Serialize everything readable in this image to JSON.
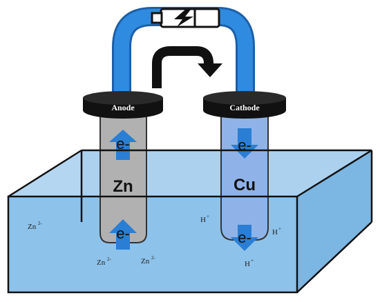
{
  "anode": {
    "label": "Anode",
    "element": "Zn",
    "electron": "e-"
  },
  "cathode": {
    "label": "Cathode",
    "element": "Cu",
    "electron_top": "e-",
    "electron_bottom": "e-"
  },
  "anode_bottom_electron": "e-",
  "ions": [
    {
      "base": "Zn",
      "charge": "2-"
    },
    {
      "base": "Zn",
      "charge": "2-"
    },
    {
      "base": "Zn",
      "charge": "2-"
    },
    {
      "base": "H",
      "charge": "+"
    },
    {
      "base": "H",
      "charge": "+"
    },
    {
      "base": "H",
      "charge": "+"
    }
  ],
  "colors": {
    "wire": "#2c7fd6",
    "cap": "#1a1a1a",
    "anode_rod": "#b0b0b0",
    "cathode_rod": "#8fb3e8",
    "arrow": "#2a7ed4",
    "electrolyte": "#a9d0ee",
    "water_surface": "#7db8e4"
  },
  "icons": {
    "battery": "battery-charging-icon",
    "flow": "curved-arrow-icon"
  }
}
